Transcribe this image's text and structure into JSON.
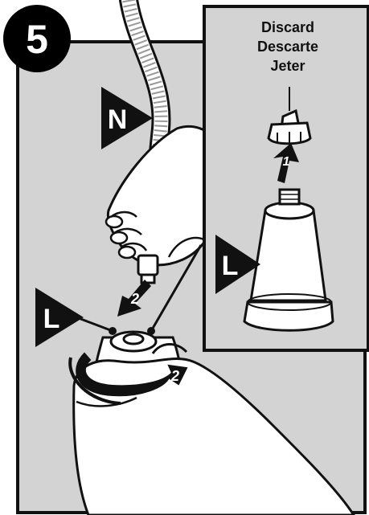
{
  "step": {
    "number": "5"
  },
  "inset": {
    "lines": [
      "Discard",
      "Descarte",
      "Jeter"
    ],
    "part_label": "L",
    "arrow_number": "1"
  },
  "main": {
    "hose_label": "N",
    "filter_label": "L",
    "connect_arrow_number": "2",
    "turn_arrow_number": "2"
  },
  "colors": {
    "panel": "#d3d3d3",
    "ink": "#111111",
    "skin": "#ffffff",
    "badge": "#000000"
  },
  "icons": [
    "hose-icon",
    "hand-icon",
    "filter-icon",
    "cap-icon",
    "arrow-icon"
  ]
}
